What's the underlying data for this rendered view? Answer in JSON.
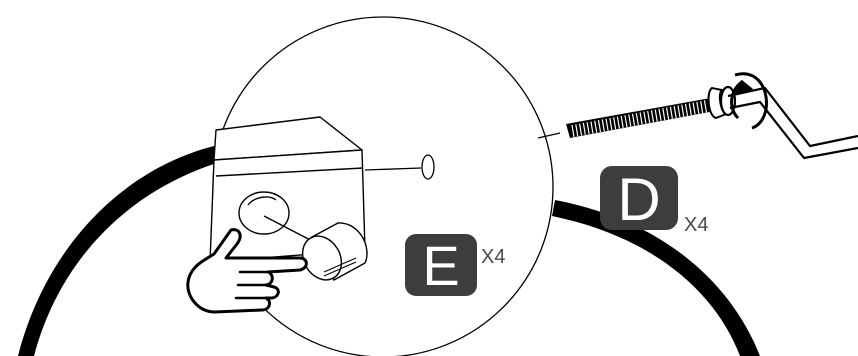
{
  "labels": {
    "part_d": {
      "letter": "D",
      "quantity": "X4"
    },
    "part_e": {
      "letter": "E",
      "quantity": "X4"
    }
  },
  "colors": {
    "ink": "#000000",
    "label_badge": "#3d3d3d",
    "label_letter": "#ffffff",
    "quantity_text": "#4a4a4a",
    "background": "#ffffff"
  },
  "icons": [
    "curved-panel",
    "zoom-circle",
    "bracket-block",
    "cam-lock",
    "pointing-hand",
    "screw",
    "allen-key",
    "rotate-arrow-icon"
  ]
}
